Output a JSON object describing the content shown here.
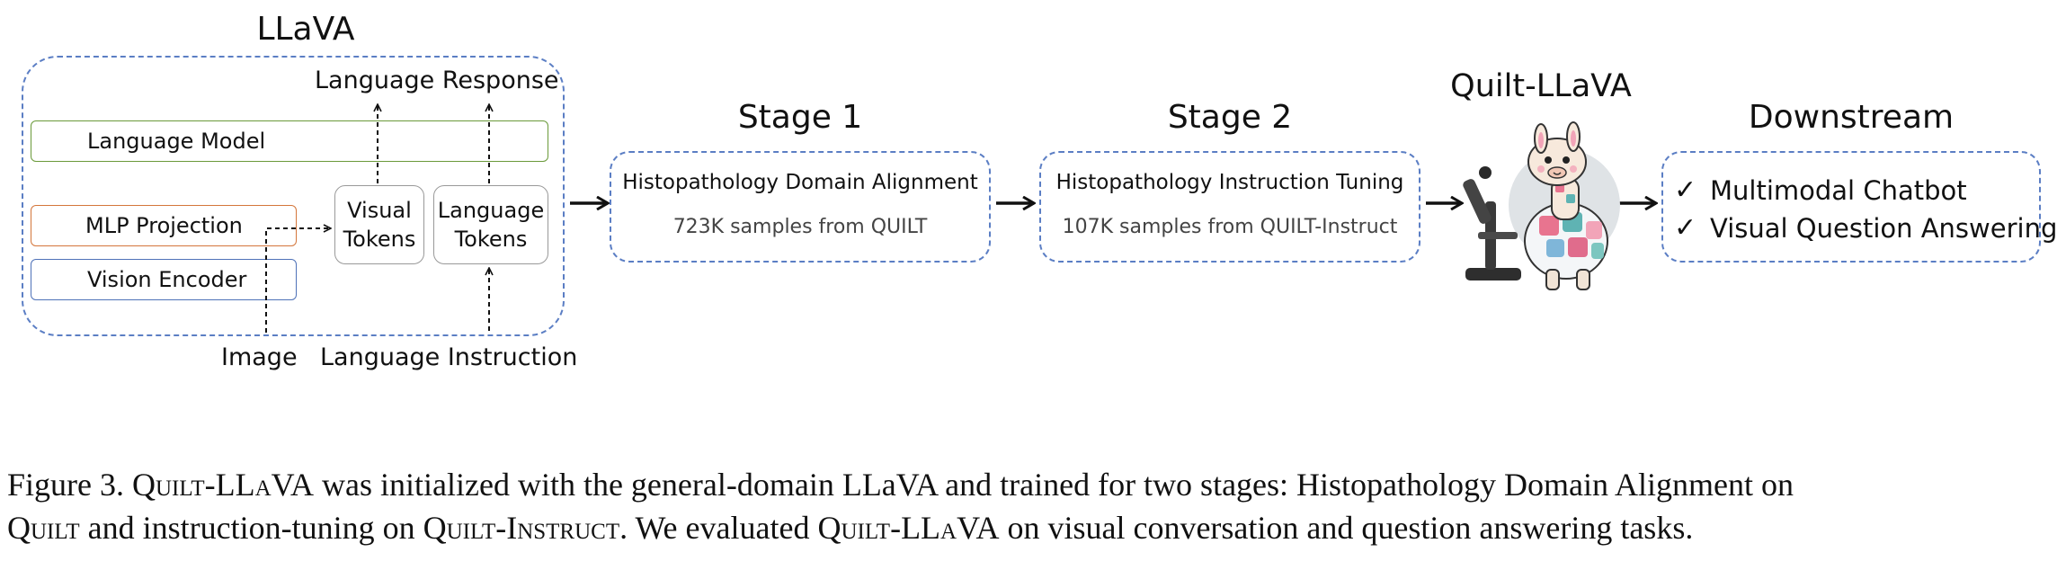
{
  "llava": {
    "title": "LLaVA",
    "language_model": "Language Model",
    "mlp_projection": "MLP Projection",
    "vision_encoder": "Vision Encoder",
    "visual_tokens": "Visual\nTokens",
    "language_tokens": "Language\nTokens",
    "language_response": "Language Response",
    "image": "Image",
    "language_instruction": "Language Instruction",
    "colors": {
      "language_model": "#6a9a3a",
      "mlp_projection": "#d4763b",
      "vision_encoder": "#4f72b8",
      "dashed_border": "#5b7ec4"
    }
  },
  "stage1": {
    "title": "Stage 1",
    "name": "Histopathology Domain Alignment",
    "samples": "723K samples from QUILT"
  },
  "stage2": {
    "title": "Stage 2",
    "name": "Histopathology Instruction Tuning",
    "samples": "107K samples from QUILT-Instruct"
  },
  "model": {
    "title": "Quilt-LLaVA",
    "mascot_icon": "llama-scientist-microscope-icon"
  },
  "downstream": {
    "title": "Downstream",
    "items": [
      "Multimodal Chatbot",
      "Visual Question Answering"
    ],
    "check_glyph": "✓"
  },
  "caption": {
    "line1_a": "Figure 3. ",
    "line1_b": "Quilt-LLaVA",
    "line1_c": " was initialized with the general-domain LLaVA and trained for two stages: Histopathology Domain Alignment on",
    "line2_a": "Quilt",
    "line2_b": " and instruction-tuning on ",
    "line2_c": "Quilt-Instruct",
    "line2_d": ". We evaluated ",
    "line2_e": "Quilt-LLaVA",
    "line2_f": " on visual conversation and question answering tasks."
  }
}
